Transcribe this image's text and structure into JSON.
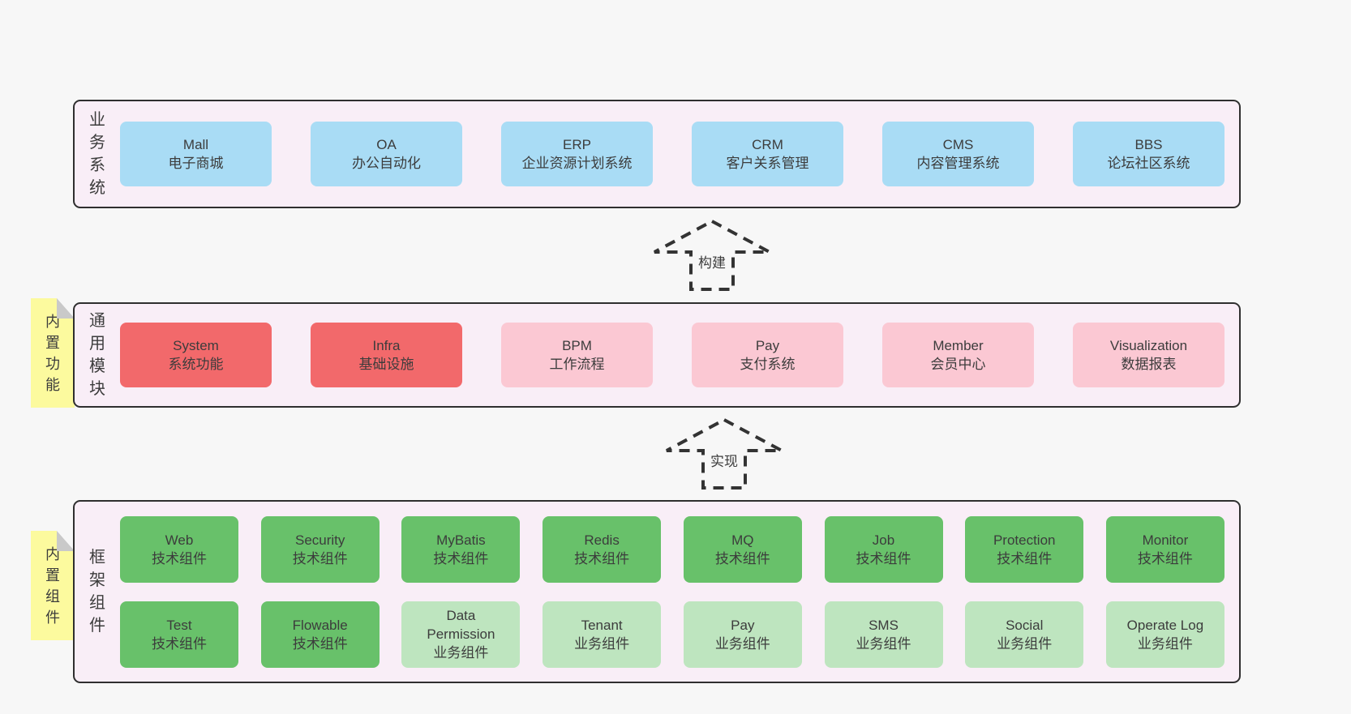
{
  "diagram": {
    "background": "#f7f7f7",
    "border_color": "#2f2f2f",
    "text_color": "#3c3c3c"
  },
  "colors": {
    "band_background": "#f9eef7",
    "business_system_box": "#a9dcf5",
    "core_module_box": "#f2696b",
    "module_box": "#fbc8d3",
    "tech_component_box": "#68c16a",
    "biz_component_box": "#bee5bf",
    "sticky_note": "#fcfa9e",
    "sticky_fold": "#c9c9c9"
  },
  "bands": [
    {
      "id": "business-systems",
      "label": "业务系统",
      "rows": [
        [
          {
            "title": "Mall",
            "subtitle": "电子商城",
            "variant": "business_system"
          },
          {
            "title": "OA",
            "subtitle": "办公自动化",
            "variant": "business_system"
          },
          {
            "title": "ERP",
            "subtitle": "企业资源计划系统",
            "variant": "business_system"
          },
          {
            "title": "CRM",
            "subtitle": "客户关系管理",
            "variant": "business_system"
          },
          {
            "title": "CMS",
            "subtitle": "内容管理系统",
            "variant": "business_system"
          },
          {
            "title": "BBS",
            "subtitle": "论坛社区系统",
            "variant": "business_system"
          }
        ]
      ]
    },
    {
      "id": "common-modules",
      "label": "通用模块",
      "sticky": "内置功能",
      "rows": [
        [
          {
            "title": "System",
            "subtitle": "系统功能",
            "variant": "core_module"
          },
          {
            "title": "Infra",
            "subtitle": "基础设施",
            "variant": "core_module"
          },
          {
            "title": "BPM",
            "subtitle": "工作流程",
            "variant": "module"
          },
          {
            "title": "Pay",
            "subtitle": "支付系统",
            "variant": "module"
          },
          {
            "title": "Member",
            "subtitle": "会员中心",
            "variant": "module"
          },
          {
            "title": "Visualization",
            "subtitle": "数据报表",
            "variant": "module"
          }
        ]
      ]
    },
    {
      "id": "framework-components",
      "label": "框架组件",
      "sticky": "内置组件",
      "rows": [
        [
          {
            "title": "Web",
            "subtitle": "技术组件",
            "variant": "tech_component"
          },
          {
            "title": "Security",
            "subtitle": "技术组件",
            "variant": "tech_component"
          },
          {
            "title": "MyBatis",
            "subtitle": "技术组件",
            "variant": "tech_component"
          },
          {
            "title": "Redis",
            "subtitle": "技术组件",
            "variant": "tech_component"
          },
          {
            "title": "MQ",
            "subtitle": "技术组件",
            "variant": "tech_component"
          },
          {
            "title": "Job",
            "subtitle": "技术组件",
            "variant": "tech_component"
          },
          {
            "title": "Protection",
            "subtitle": "技术组件",
            "variant": "tech_component"
          },
          {
            "title": "Monitor",
            "subtitle": "技术组件",
            "variant": "tech_component"
          }
        ],
        [
          {
            "title": "Test",
            "subtitle": "技术组件",
            "variant": "tech_component"
          },
          {
            "title": "Flowable",
            "subtitle": "技术组件",
            "variant": "tech_component"
          },
          {
            "title": "Data\nPermission",
            "subtitle": "业务组件",
            "variant": "biz_component"
          },
          {
            "title": "Tenant",
            "subtitle": "业务组件",
            "variant": "biz_component"
          },
          {
            "title": "Pay",
            "subtitle": "业务组件",
            "variant": "biz_component"
          },
          {
            "title": "SMS",
            "subtitle": "业务组件",
            "variant": "biz_component"
          },
          {
            "title": "Social",
            "subtitle": "业务组件",
            "variant": "biz_component"
          },
          {
            "title": "Operate Log",
            "subtitle": "业务组件",
            "variant": "biz_component"
          }
        ]
      ]
    }
  ],
  "arrows": [
    {
      "label": "构建"
    },
    {
      "label": "实现"
    }
  ]
}
